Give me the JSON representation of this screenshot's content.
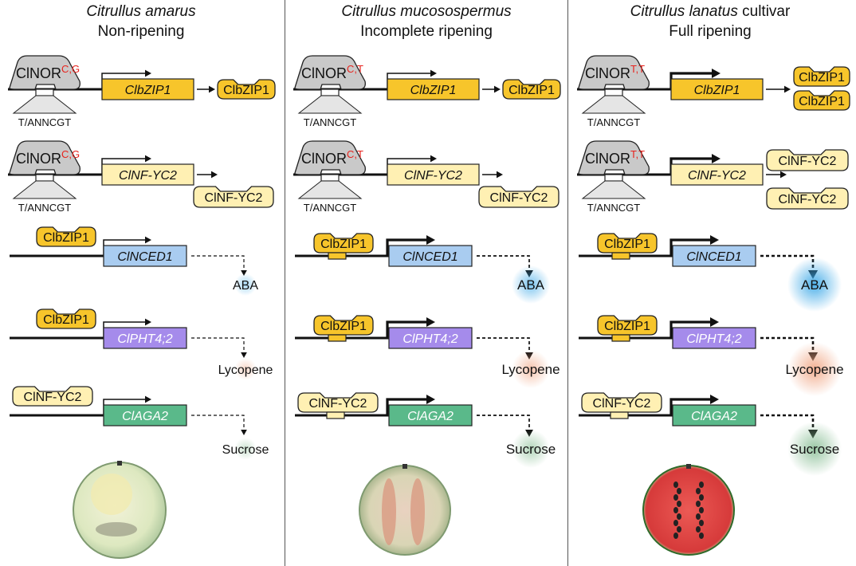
{
  "columns": [
    {
      "species": "Citrullus amarus",
      "species_suffix": "",
      "phenotype": "Non-ripening",
      "cinor_alleles": "C,G",
      "motif": "T/ANNCGT",
      "bzip_gene": "ClbZIP1",
      "bzip_protein": "ClbZIP1",
      "nfyc_gene": "ClNF-YC2",
      "nfyc_protein": "ClNF-YC2",
      "nced_gene": "ClNCED1",
      "pht_gene": "ClPHT4;2",
      "aga_gene": "ClAGA2",
      "aba_label": "ABA",
      "lycopene_label": "Lycopene",
      "sucrose_label": "Sucrose",
      "strength": "weak"
    },
    {
      "species": "Citrullus mucosospermus",
      "species_suffix": "",
      "phenotype": "Incomplete ripening",
      "cinor_alleles": "C,T",
      "motif": "T/ANNCGT",
      "bzip_gene": "ClbZIP1",
      "bzip_protein": "ClbZIP1",
      "nfyc_gene": "ClNF-YC2",
      "nfyc_protein": "ClNF-YC2",
      "nced_gene": "ClNCED1",
      "pht_gene": "ClPHT4;2",
      "aga_gene": "ClAGA2",
      "aba_label": "ABA",
      "lycopene_label": "Lycopene",
      "sucrose_label": "Sucrose",
      "strength": "medium"
    },
    {
      "species": "Citrullus lanatus",
      "species_suffix": " cultivar",
      "phenotype": "Full ripening",
      "cinor_alleles": "T,T",
      "motif": "T/ANNCGT",
      "bzip_gene": "ClbZIP1",
      "bzip_protein": "ClbZIP1",
      "nfyc_gene": "ClNF-YC2",
      "nfyc_protein": "ClNF-YC2",
      "nced_gene": "ClNCED1",
      "pht_gene": "ClPHT4;2",
      "aga_gene": "ClAGA2",
      "aba_label": "ABA",
      "lycopene_label": "Lycopene",
      "sucrose_label": "Sucrose",
      "strength": "strong"
    }
  ],
  "cinor_label": "ClNOR",
  "colors": {
    "bzip": "#F7C52B",
    "nfyc": "#FFF0B3",
    "nced": "#A9CCF0",
    "pht": "#A58BEB",
    "aga": "#5AB98A",
    "cinor": "#C9C9C9",
    "allele": "#E8231D",
    "aba_glow": "#3AA7E6",
    "lycopene_glow": "#F0A27F",
    "sucrose_glow": "#7FB98C"
  }
}
